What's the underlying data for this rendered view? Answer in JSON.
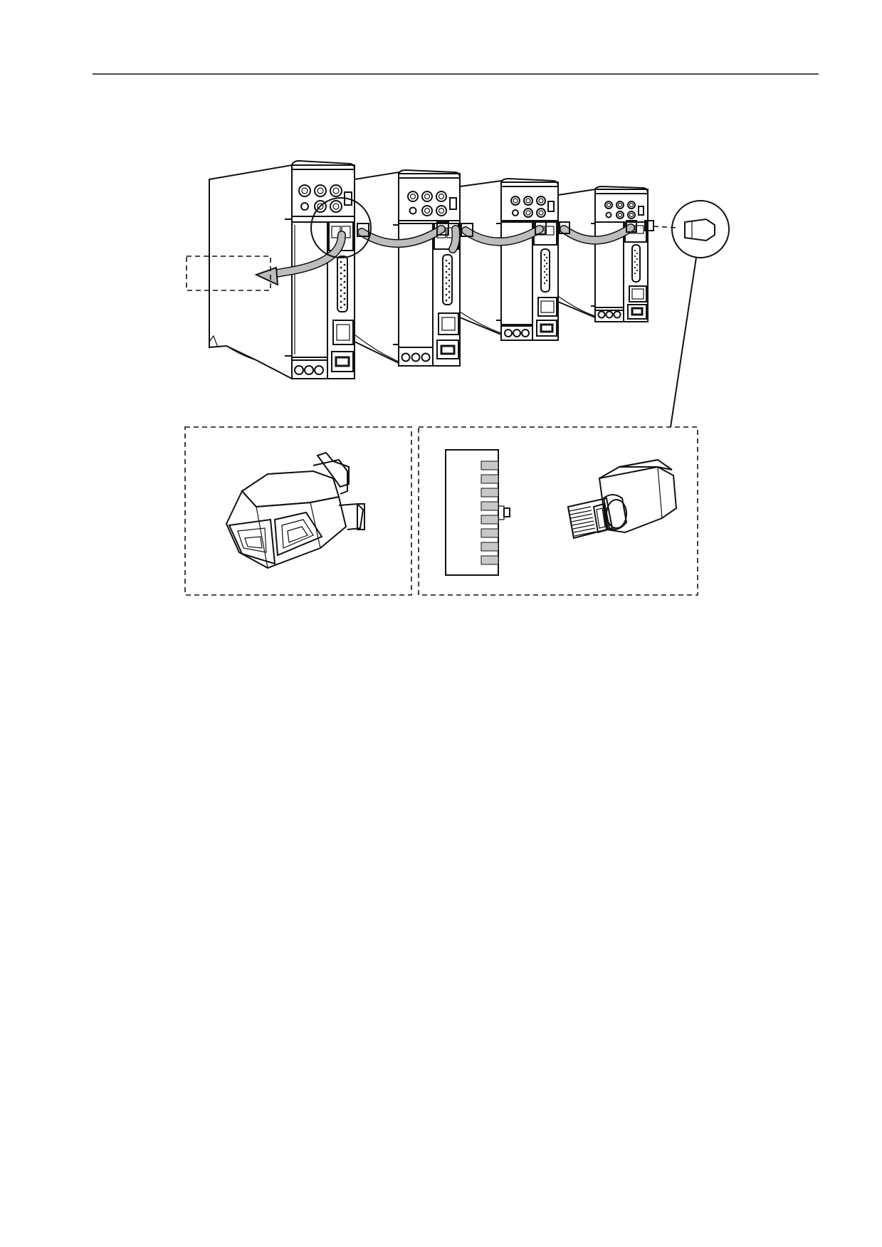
{
  "page": {
    "header_rule": true,
    "ink_color": "#111111",
    "cable_fill_color": "#bdbdbd",
    "pin_color": "#c8c8c8"
  },
  "figure": {
    "drive_count": 4,
    "callouts": {
      "left_label_box": "",
      "magnifier_circle": "ethernet-connector-magnifier",
      "plug_circle": "terminating-plug-magnifier"
    },
    "detail_panels": [
      {
        "name": "t-adapter-detail",
        "icon": "t-connector-icon"
      },
      {
        "name": "terminating-resistor-detail",
        "icon": "rj45-plug-icon",
        "pin_count": 8
      }
    ]
  }
}
